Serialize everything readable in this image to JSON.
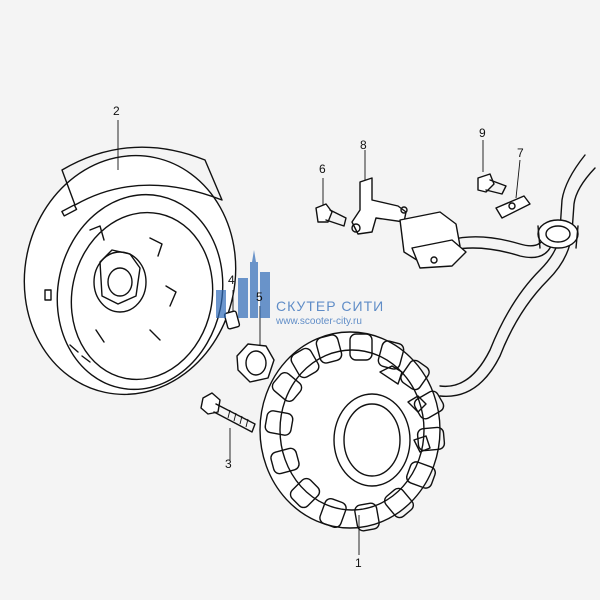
{
  "diagram": {
    "callouts": [
      {
        "label": "1",
        "part": "stator"
      },
      {
        "label": "2",
        "part": "flywheel-rotor"
      },
      {
        "label": "3",
        "part": "flywheel-bolt"
      },
      {
        "label": "4",
        "part": "woodruff-key"
      },
      {
        "label": "5",
        "part": "nut"
      },
      {
        "label": "6",
        "part": "bracket-bolt"
      },
      {
        "label": "7",
        "part": "wire-clamp"
      },
      {
        "label": "8",
        "part": "pickup-coil-bracket"
      },
      {
        "label": "9",
        "part": "clamp-bolt"
      }
    ]
  },
  "watermark": {
    "name": "СКУТЕР СИТИ",
    "url": "www.scooter-city.ru",
    "color": "#2f6bb8"
  }
}
